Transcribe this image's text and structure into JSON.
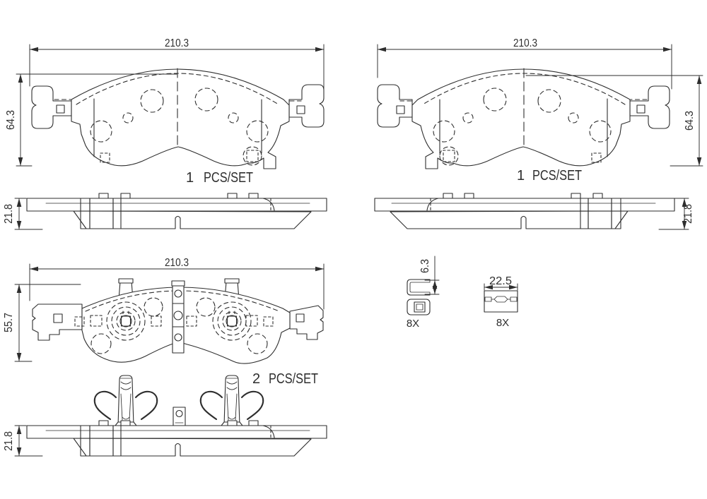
{
  "drawing_type": "brake pad set technical drawing",
  "colors": {
    "line": "#2e2e2e",
    "background": "#ffffff"
  },
  "views": {
    "front_left": {
      "width_mm": "210.3",
      "height_mm": "64.3",
      "qty": "1",
      "qty_unit": "PCS/SET"
    },
    "front_right": {
      "width_mm": "210.3",
      "height_mm": "64.3",
      "qty": "1",
      "qty_unit": "PCS/SET"
    },
    "side_left": {
      "thickness_mm": "21.8"
    },
    "side_right": {
      "thickness_mm": "21.8"
    },
    "hardware_front": {
      "width_mm": "210.3",
      "height_mm": "55.7",
      "qty": "2",
      "qty_unit": "PCS/SET"
    },
    "hardware_side": {
      "thickness_mm": "21.8"
    },
    "retainer_clip": {
      "height_mm": "6.3",
      "qty": "8X"
    },
    "shim": {
      "width_mm": "22.5",
      "qty": "8X"
    }
  }
}
